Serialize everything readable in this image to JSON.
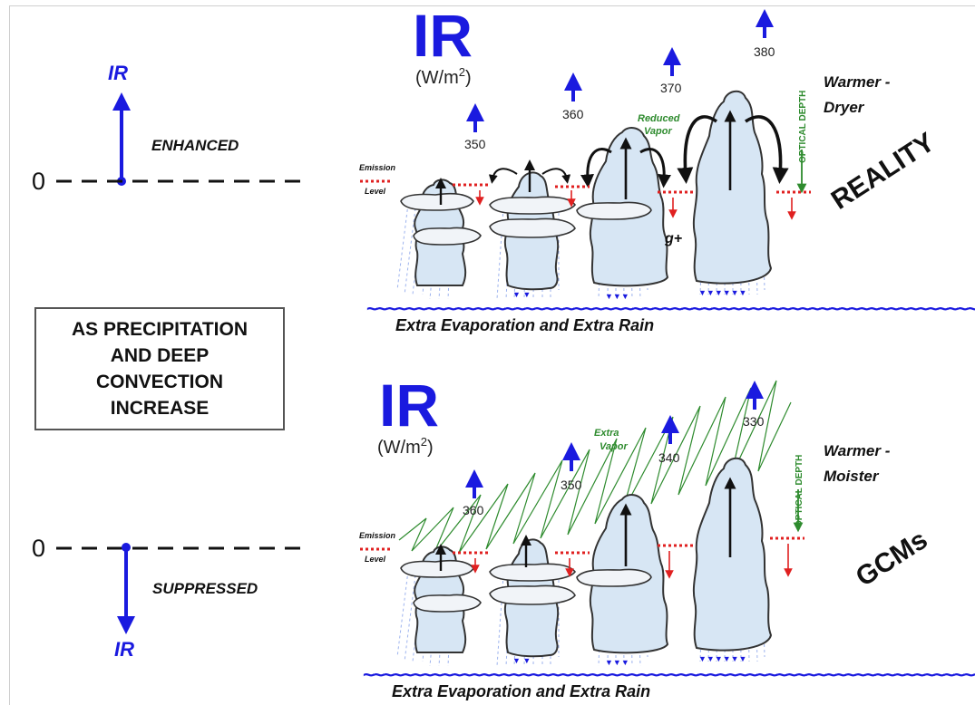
{
  "top_panel": {
    "ir_title": "IR",
    "ir_unit_prefix": "(W/m",
    "ir_unit_sup": "2",
    "ir_unit_suffix": ")",
    "left_arrow_label": "IR",
    "left_zero": "0",
    "effect_label": "ENHANCED",
    "emission_label_1": "Emission",
    "emission_label_2": "Level",
    "flux_values": [
      "350",
      "360",
      "370",
      "380"
    ],
    "vapor_label_1": "Reduced",
    "vapor_label_2": "Vapor",
    "climate_label_1": "Warmer -",
    "climate_label_2": "Dryer",
    "optical_depth": "OPTICAL DEPTH",
    "scenario_label": "REALITY",
    "gplus": "g+",
    "caption": "Extra Evaporation and Extra Rain"
  },
  "middle_box": {
    "lines": [
      "AS PRECIPITATION",
      "AND DEEP",
      "CONVECTION",
      "INCREASE"
    ]
  },
  "bottom_panel": {
    "ir_title": "IR",
    "ir_unit_prefix": "(W/m",
    "ir_unit_sup": "2",
    "ir_unit_suffix": ")",
    "left_arrow_label": "IR",
    "left_zero": "0",
    "effect_label": "SUPPRESSED",
    "emission_label_1": "Emission",
    "emission_label_2": "Level",
    "flux_values": [
      "360",
      "350",
      "340",
      "330"
    ],
    "vapor_label_1": "Extra",
    "vapor_label_2": "Vapor",
    "climate_label_1": "Warmer -",
    "climate_label_2": "Moister",
    "optical_depth": "OPTICAL DEPTH",
    "scenario_label": "GCMs",
    "caption": "Extra Evaporation and Extra Rain"
  },
  "colors": {
    "ir_blue": "#1a1adf",
    "vapor_green": "#2e8b2e",
    "emission_red": "#e02020",
    "cloud_fill": "#d7e6f4",
    "cloud_stroke": "#333333"
  }
}
